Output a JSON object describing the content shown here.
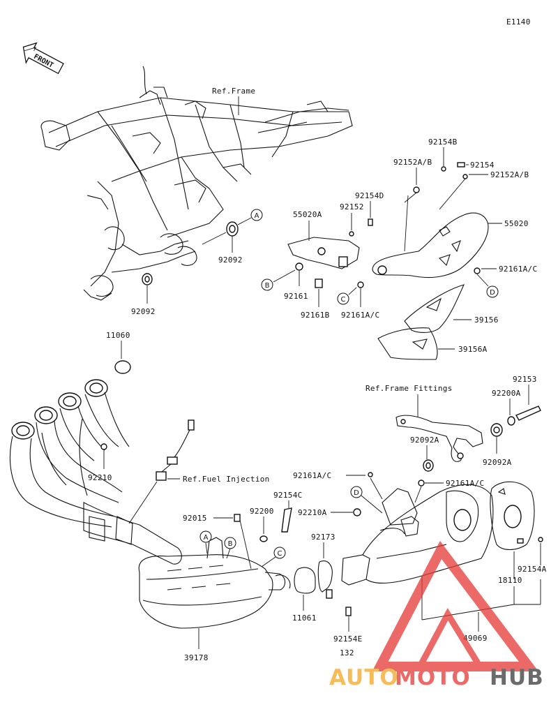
{
  "diagram_code": "E1140",
  "front_label": "FRONT",
  "refs": {
    "frame": "Ref.Frame",
    "frame_fittings": "Ref.Frame Fittings",
    "fuel_injection": "Ref.Fuel Injection"
  },
  "callouts": {
    "A": "A",
    "B": "B",
    "C": "C",
    "D": "D"
  },
  "parts": {
    "p92092_frame_right": "92092",
    "p92092_frame_bottom": "92092",
    "p55020A": "55020A",
    "p92152": "92152",
    "p92154D": "92154D",
    "p92152AB_top": "92152A/B",
    "p92154B": "92154B",
    "p92154": "92154",
    "p92152AB_right": "92152A/B",
    "p55020": "55020",
    "p92161AC_right": "92161A/C",
    "p92161": "92161",
    "p92161B": "92161B",
    "p92161AC_mid": "92161A/C",
    "p39156": "39156",
    "p39156A": "39156A",
    "p11060": "11060",
    "p92210": "92210",
    "p92153": "92153",
    "p92200A": "92200A",
    "p92092A_upper": "92092A",
    "p92092A_lower": "92092A",
    "p92161AC_lowleft": "92161A/C",
    "p92161AC_lowright": "92161A/C",
    "p92154C": "92154C",
    "p92015": "92015",
    "p92200": "92200",
    "p92210A": "92210A",
    "p92173": "92173",
    "p18110": "18110",
    "p92154A": "92154A",
    "p11061": "11061",
    "p92154E": "92154E",
    "p132": "132",
    "p49069": "49069",
    "p39178": "39178"
  },
  "watermark": {
    "part1": "AUTO",
    "part2": "MOTO",
    "part3": "HUB",
    "color_orange": "#f5a623",
    "color_red": "#e53935",
    "color_dark": "#3a3a3a"
  }
}
